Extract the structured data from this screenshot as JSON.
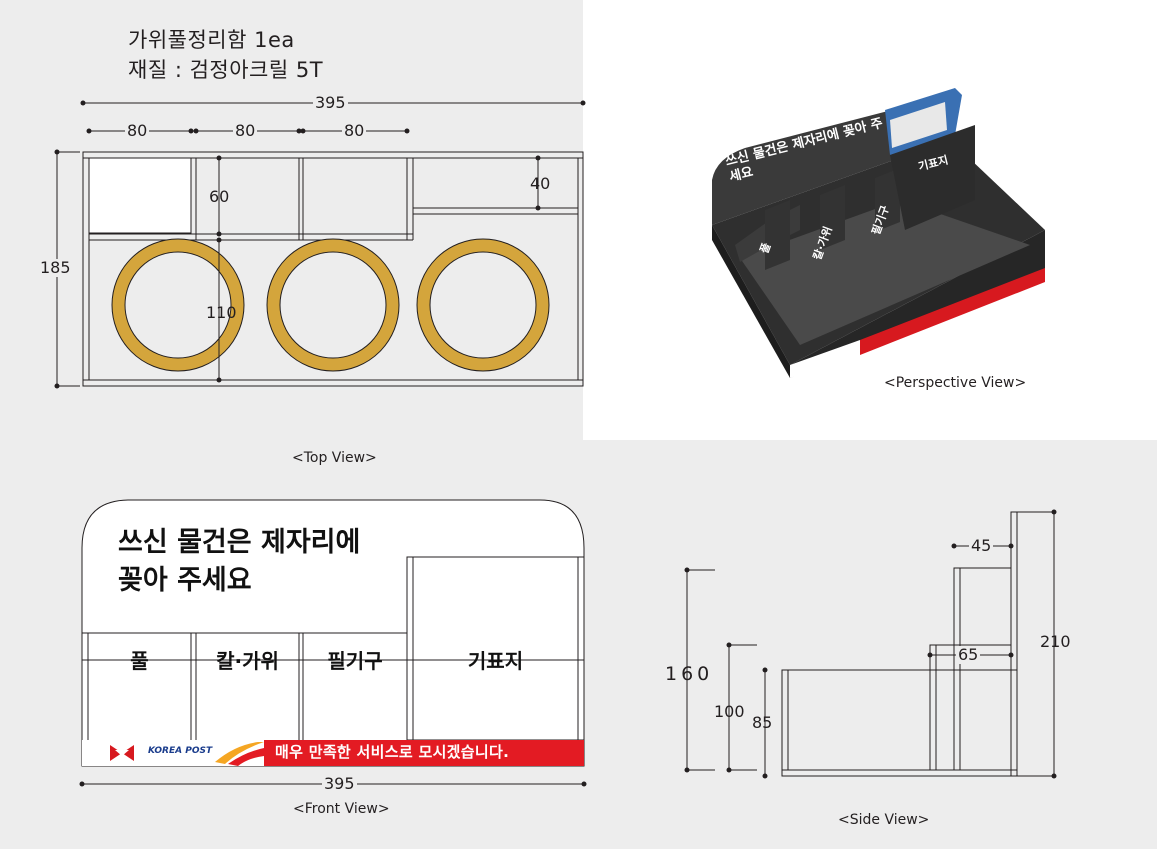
{
  "header": {
    "line1": "가위풀정리함 1ea",
    "line2": "재질 : 검정아크릴 5T"
  },
  "top_view": {
    "caption": "<Top View>",
    "dim_total_width": "395",
    "dim_slot_1": "80",
    "dim_slot_2": "80",
    "dim_slot_3": "80",
    "dim_height": "185",
    "dim_slot_depth": "60",
    "dim_right_depth": "40",
    "dim_circle_depth": "110",
    "circle_color": "#d4a53c"
  },
  "perspective_view": {
    "caption": "<Perspective View>",
    "front_text": "쓰신 물건은 제자리에 꽂아 주세요",
    "label_1": "풀",
    "label_2": "칼·가위",
    "label_3": "필기구",
    "label_4": "기표지"
  },
  "front_view": {
    "caption": "<Front View>",
    "headline_line1": "쓰신 물건은 제자리에",
    "headline_line2": "꽂아 주세요",
    "compartments": [
      "풀",
      "칼·가위",
      "필기구",
      "기표지"
    ],
    "logo_text": "KOREA POST",
    "slogan": "매우 만족한 서비스로 모시겠습니다.",
    "dim_width": "395",
    "banner_color": "#e31b23"
  },
  "side_view": {
    "caption": "<Side View>",
    "dim_top": "45",
    "dim_mid": "65",
    "dim_total_height": "210",
    "dim_160": "160",
    "dim_100": "100",
    "dim_85": "85"
  }
}
